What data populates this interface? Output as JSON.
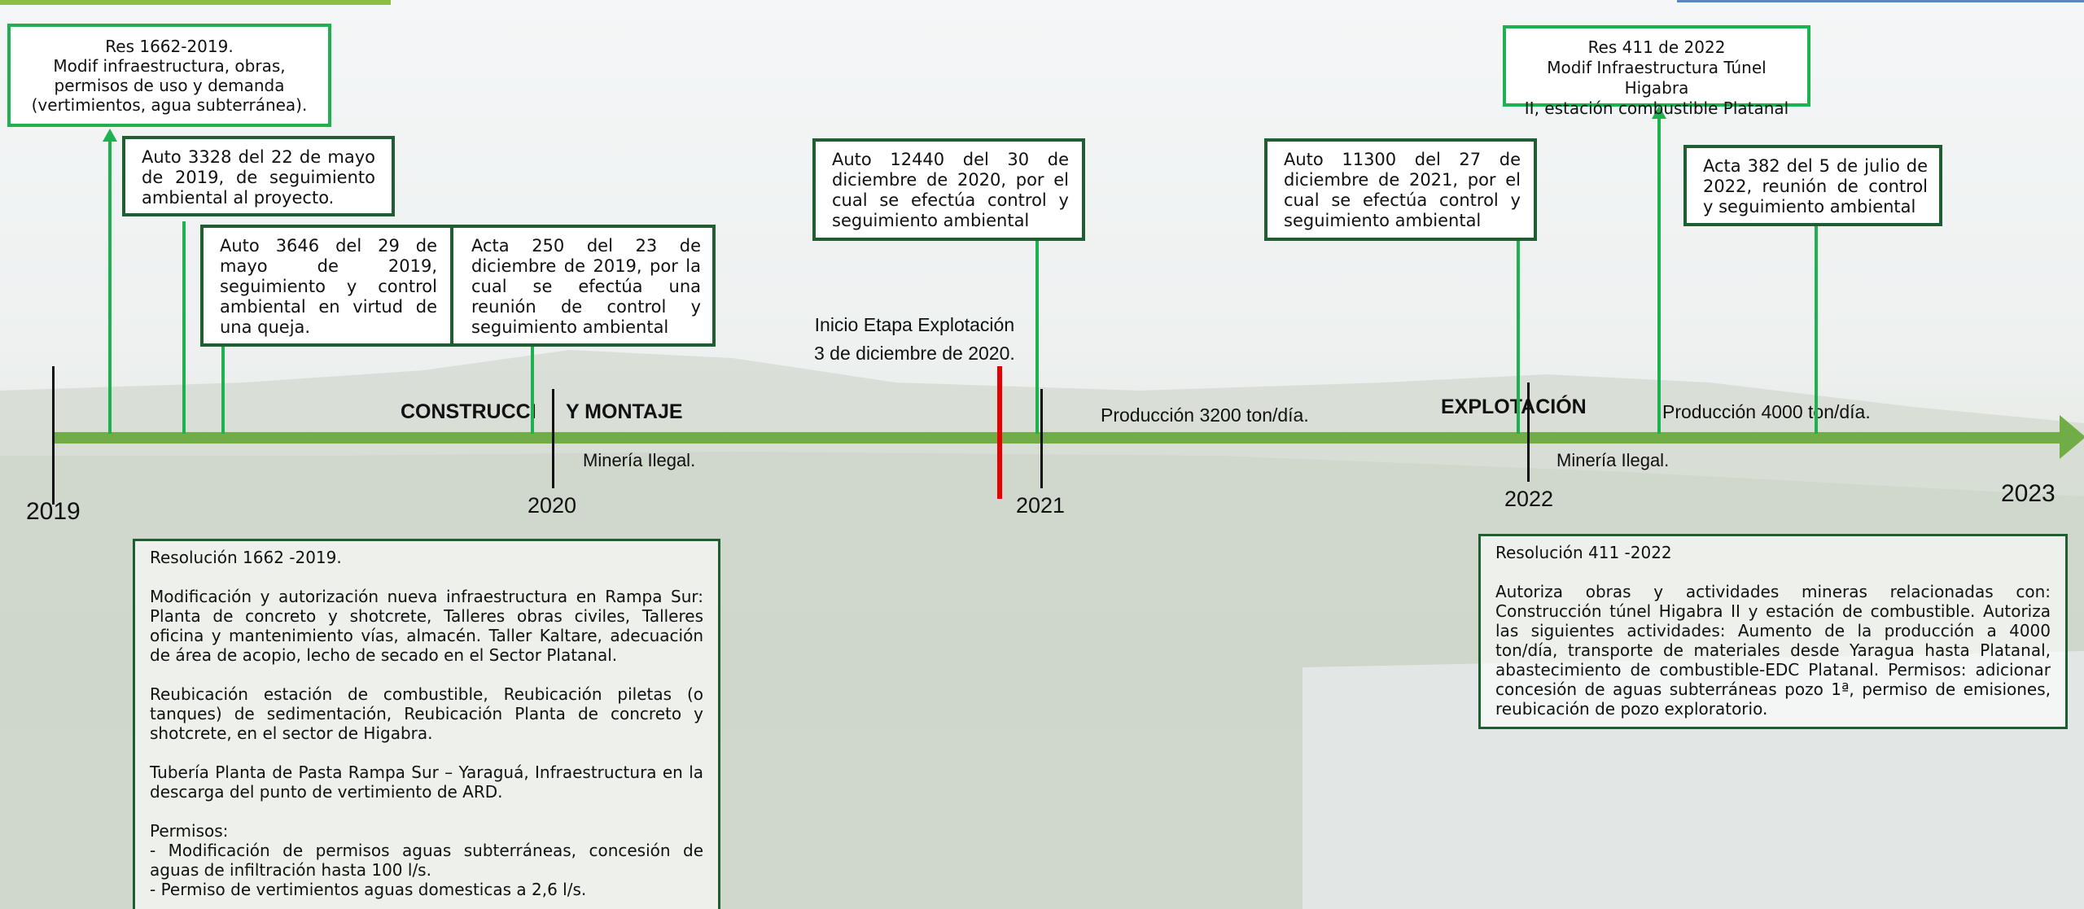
{
  "timeline": {
    "years": [
      "2019",
      "2020",
      "2021",
      "2022",
      "2023"
    ],
    "phases": {
      "construction_left": "CONSTRUCCI",
      "construction_right": "Y MONTAJE",
      "exploitation": "EXPLOTACIÓN"
    },
    "labels": {
      "mineria_1": "Minería Ilegal.",
      "mineria_2": "Minería Ilegal.",
      "produccion_3200": "Producción 3200 ton/día.",
      "produccion_4000": "Producción 4000 ton/día.",
      "inicio_line1": "Inicio Etapa Explotación",
      "inicio_line2": "3 de diciembre de 2020."
    }
  },
  "events": {
    "res1662": {
      "line1": "Res 1662-2019.",
      "line2": "Modif infraestructura, obras,",
      "line3": "permisos de uso y demanda",
      "line4": "(vertimientos, agua subterránea)."
    },
    "auto3328": "Auto 3328 del 22 de mayo de 2019, de seguimiento ambiental al proyecto.",
    "auto3646": "Auto 3646 del 29 de mayo de 2019, seguimiento y control ambiental en virtud de una queja.",
    "acta250": "Acta 250 del 23 de diciembre de 2019, por la cual se efectúa una reunión de control y seguimiento ambiental",
    "auto12440": "Auto 12440 del 30 de diciembre de 2020, por el cual se efectúa control y seguimiento ambiental",
    "auto11300": "Auto 11300 del 27 de diciembre de 2021, por el cual se efectúa control y seguimiento ambiental",
    "res411": {
      "line1": "Res 411 de 2022",
      "line2": "Modif Infraestructura Túnel Higabra",
      "line3": "II, estación combustible Platanal"
    },
    "acta382": "Acta 382 del 5 de julio de 2022, reunión de control y seguimiento ambiental"
  },
  "details": {
    "res1662": {
      "title": "Resolución 1662 -2019.",
      "p1": "Modificación y autorización nueva infraestructura en Rampa Sur: Planta de concreto y shotcrete, Talleres obras civiles, Talleres oficina y mantenimiento vías, almacén.  Taller Kaltare, adecuación de área de acopio, lecho de secado en el Sector Platanal.",
      "p2": "Reubicación estación de combustible, Reubicación piletas (o tanques) de sedimentación, Reubicación Planta de concreto y shotcrete, en el sector de Higabra.",
      "p3": "Tubería Planta de Pasta Rampa Sur – Yaraguá, Infraestructura en la descarga del punto de vertimiento de ARD.",
      "permisos_title": "Permisos:",
      "permiso1": "- Modificación de permisos aguas subterráneas, concesión de aguas de infiltración hasta 100 l/s.",
      "permiso2": "- Permiso de vertimientos aguas domesticas a 2,6 l/s."
    },
    "res411": {
      "title": "Resolución 411 -2022",
      "p1": "Autoriza obras y actividades mineras relacionadas con: Construcción túnel Higabra II y estación de combustible. Autoriza las siguientes actividades: Aumento de la producción a 4000 ton/día, transporte de materiales desde Yaragua hasta Platanal, abastecimiento de combustible-EDC Platanal. Permisos: adicionar concesión de aguas subterráneas pozo 1ª, permiso de emisiones, reubicación de pozo exploratorio."
    }
  },
  "colors": {
    "timeline": "#70ad47",
    "event_line": "#1fb050",
    "dark_border": "#1e5e30",
    "start_marker": "#e80000"
  }
}
